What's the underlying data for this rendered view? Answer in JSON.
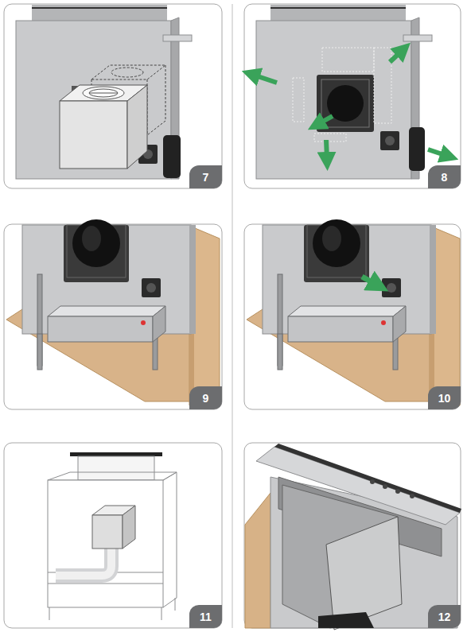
{
  "diagram": {
    "nodes": [
      {
        "text": [
          "7"
        ]
      },
      {
        "text": [
          "8"
        ]
      },
      {
        "text": [
          "9"
        ]
      },
      {
        "text": [
          "10"
        ]
      },
      {
        "text": [
          "11"
        ]
      },
      {
        "text": [
          "12"
        ]
      }
    ]
  }
}
